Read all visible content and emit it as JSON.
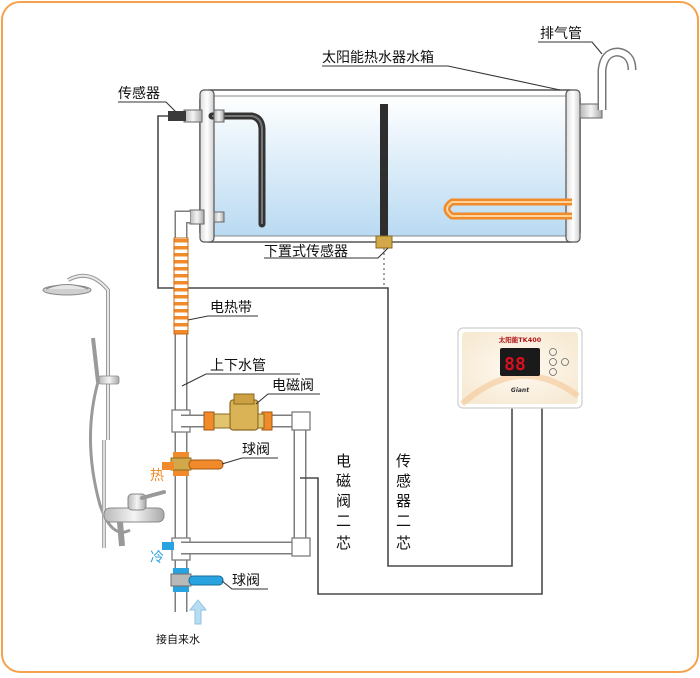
{
  "colors": {
    "frame": "#f4a24e",
    "pipe": "#ffffff",
    "pipe_edge": "#7d7d7d",
    "wire": "#4a4a4a",
    "heating_band": "#f08a2a",
    "brass": "#d3a84a",
    "hot": "#f08a2a",
    "cold": "#29a3e0",
    "water_top": "#ffffff",
    "water_bottom": "#b9daf2",
    "display_red": "#d80f1f"
  },
  "labels": {
    "exhaust_pipe": "排气管",
    "tank": "太阳能热水器水箱",
    "sensor": "传感器",
    "bottom_sensor": "下置式传感器",
    "heating_band": "电热带",
    "updown_pipe": "上下水管",
    "solenoid_valve": "电磁阀",
    "ball_valve_hot": "球阀",
    "ball_valve_cold": "球阀",
    "hot": "热",
    "cold": "冷",
    "inlet": "接自来水",
    "solenoid_wire": [
      "电",
      "磁",
      "阀",
      "二",
      "芯"
    ],
    "sensor_wire": [
      "传",
      "感",
      "器",
      "二",
      "芯"
    ]
  },
  "controller": {
    "brand": "太阳能TK400",
    "digits": "88",
    "logo": "Giant"
  },
  "icons": {
    "shower": "shower-head-icon",
    "faucet": "mixer-faucet-icon",
    "arrow": "arrow-up-icon"
  }
}
